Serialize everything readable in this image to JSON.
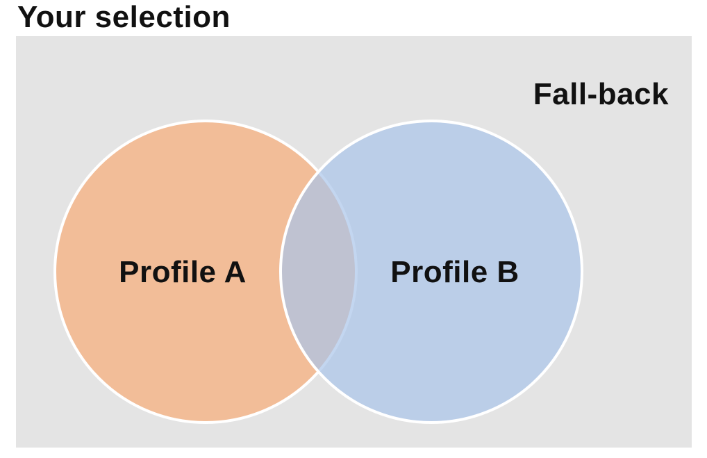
{
  "page": {
    "title": "Your selection",
    "background": "#ffffff",
    "text_color": "#111111"
  },
  "panel": {
    "corner_label": "Fall-back",
    "background": "#e4e4e4"
  },
  "venn": {
    "profile_a": {
      "label": "Profile A",
      "fill": "#f2bd98"
    },
    "profile_b": {
      "label": "Profile B",
      "fill_base": "#a9c4e9",
      "fill_opacity": "0.7",
      "fill_visible": "#bbcfe8"
    },
    "overlap_color": "#bfc3cc",
    "stroke_color": "#ffffff"
  },
  "chart_data": {
    "type": "venn",
    "title": "Your selection",
    "corner_annotation": "Fall-back",
    "sets": [
      {
        "label": "Profile A",
        "color": "#f2bd98"
      },
      {
        "label": "Profile B",
        "color": "#bbcfe8"
      }
    ],
    "intersection": {
      "color": "#bfc3cc",
      "label_visible": false
    },
    "outline_color": "#ffffff",
    "panel_background": "#e4e4e4"
  }
}
